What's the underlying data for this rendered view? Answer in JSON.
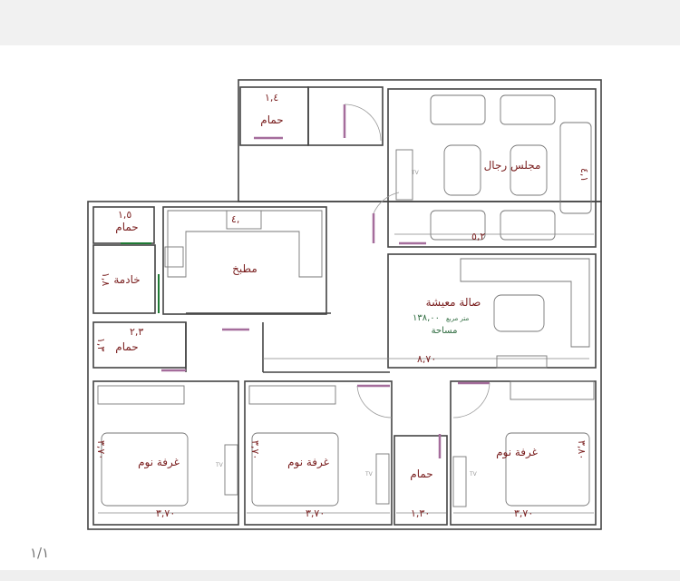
{
  "viewer": {
    "page_indicator": "١/١"
  },
  "plan": {
    "rooms": {
      "mens_majlis": {
        "label": "مجلس رجال",
        "dim_w": "٥,٢",
        "dim_h": "٤,١"
      },
      "top_bath": {
        "label": "حمام",
        "dim": "١,٤"
      },
      "kitchen": {
        "label": "مطبخ",
        "dim": "٤,"
      },
      "maid": {
        "label": "خادمة",
        "dim": "١,٨"
      },
      "maid_bath": {
        "label": "حمام",
        "dim": "١,٥"
      },
      "living": {
        "label": "صالة معيشة",
        "area_value": "١٣٨,٠٠",
        "area_unit": "متر مربع",
        "area_label": "مساحة",
        "dim": "٨,٧٠"
      },
      "left_bath": {
        "label": "حمام",
        "dim_w": "٢,٣",
        "dim_h": "١,٣"
      },
      "bedroom1": {
        "label": "غرفة نوم",
        "dim_w": "٣,٧٠",
        "dim_h": "٣,٧٠"
      },
      "bedroom2": {
        "label": "غرفة نوم",
        "dim_w": "٣,٧٠",
        "dim_h": "٣,٧٠"
      },
      "center_bath": {
        "label": "حمام",
        "dim": "١,٣٠"
      },
      "bedroom3": {
        "label": "غرفة نوم",
        "dim_w": "٣,٧٠",
        "dim_h": "٣,٨٠"
      }
    },
    "tv_label": "TV",
    "colors": {
      "label": "#7a1f1f",
      "area_text": "#2d6a3e",
      "door": "#a56d9c",
      "wall": "#444444"
    }
  }
}
